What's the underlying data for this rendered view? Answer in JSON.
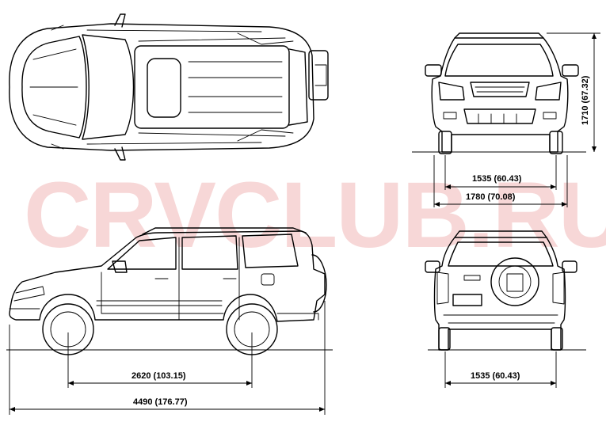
{
  "watermark": "CRVCLUB.RU",
  "dimensions": {
    "height": "1710 (67.32)",
    "front_track": "1535 (60.43)",
    "width": "1780 (70.08)",
    "wheelbase": "2620 (103.15)",
    "length": "4490 (176.77)",
    "rear_track": "1535 (60.43)"
  }
}
